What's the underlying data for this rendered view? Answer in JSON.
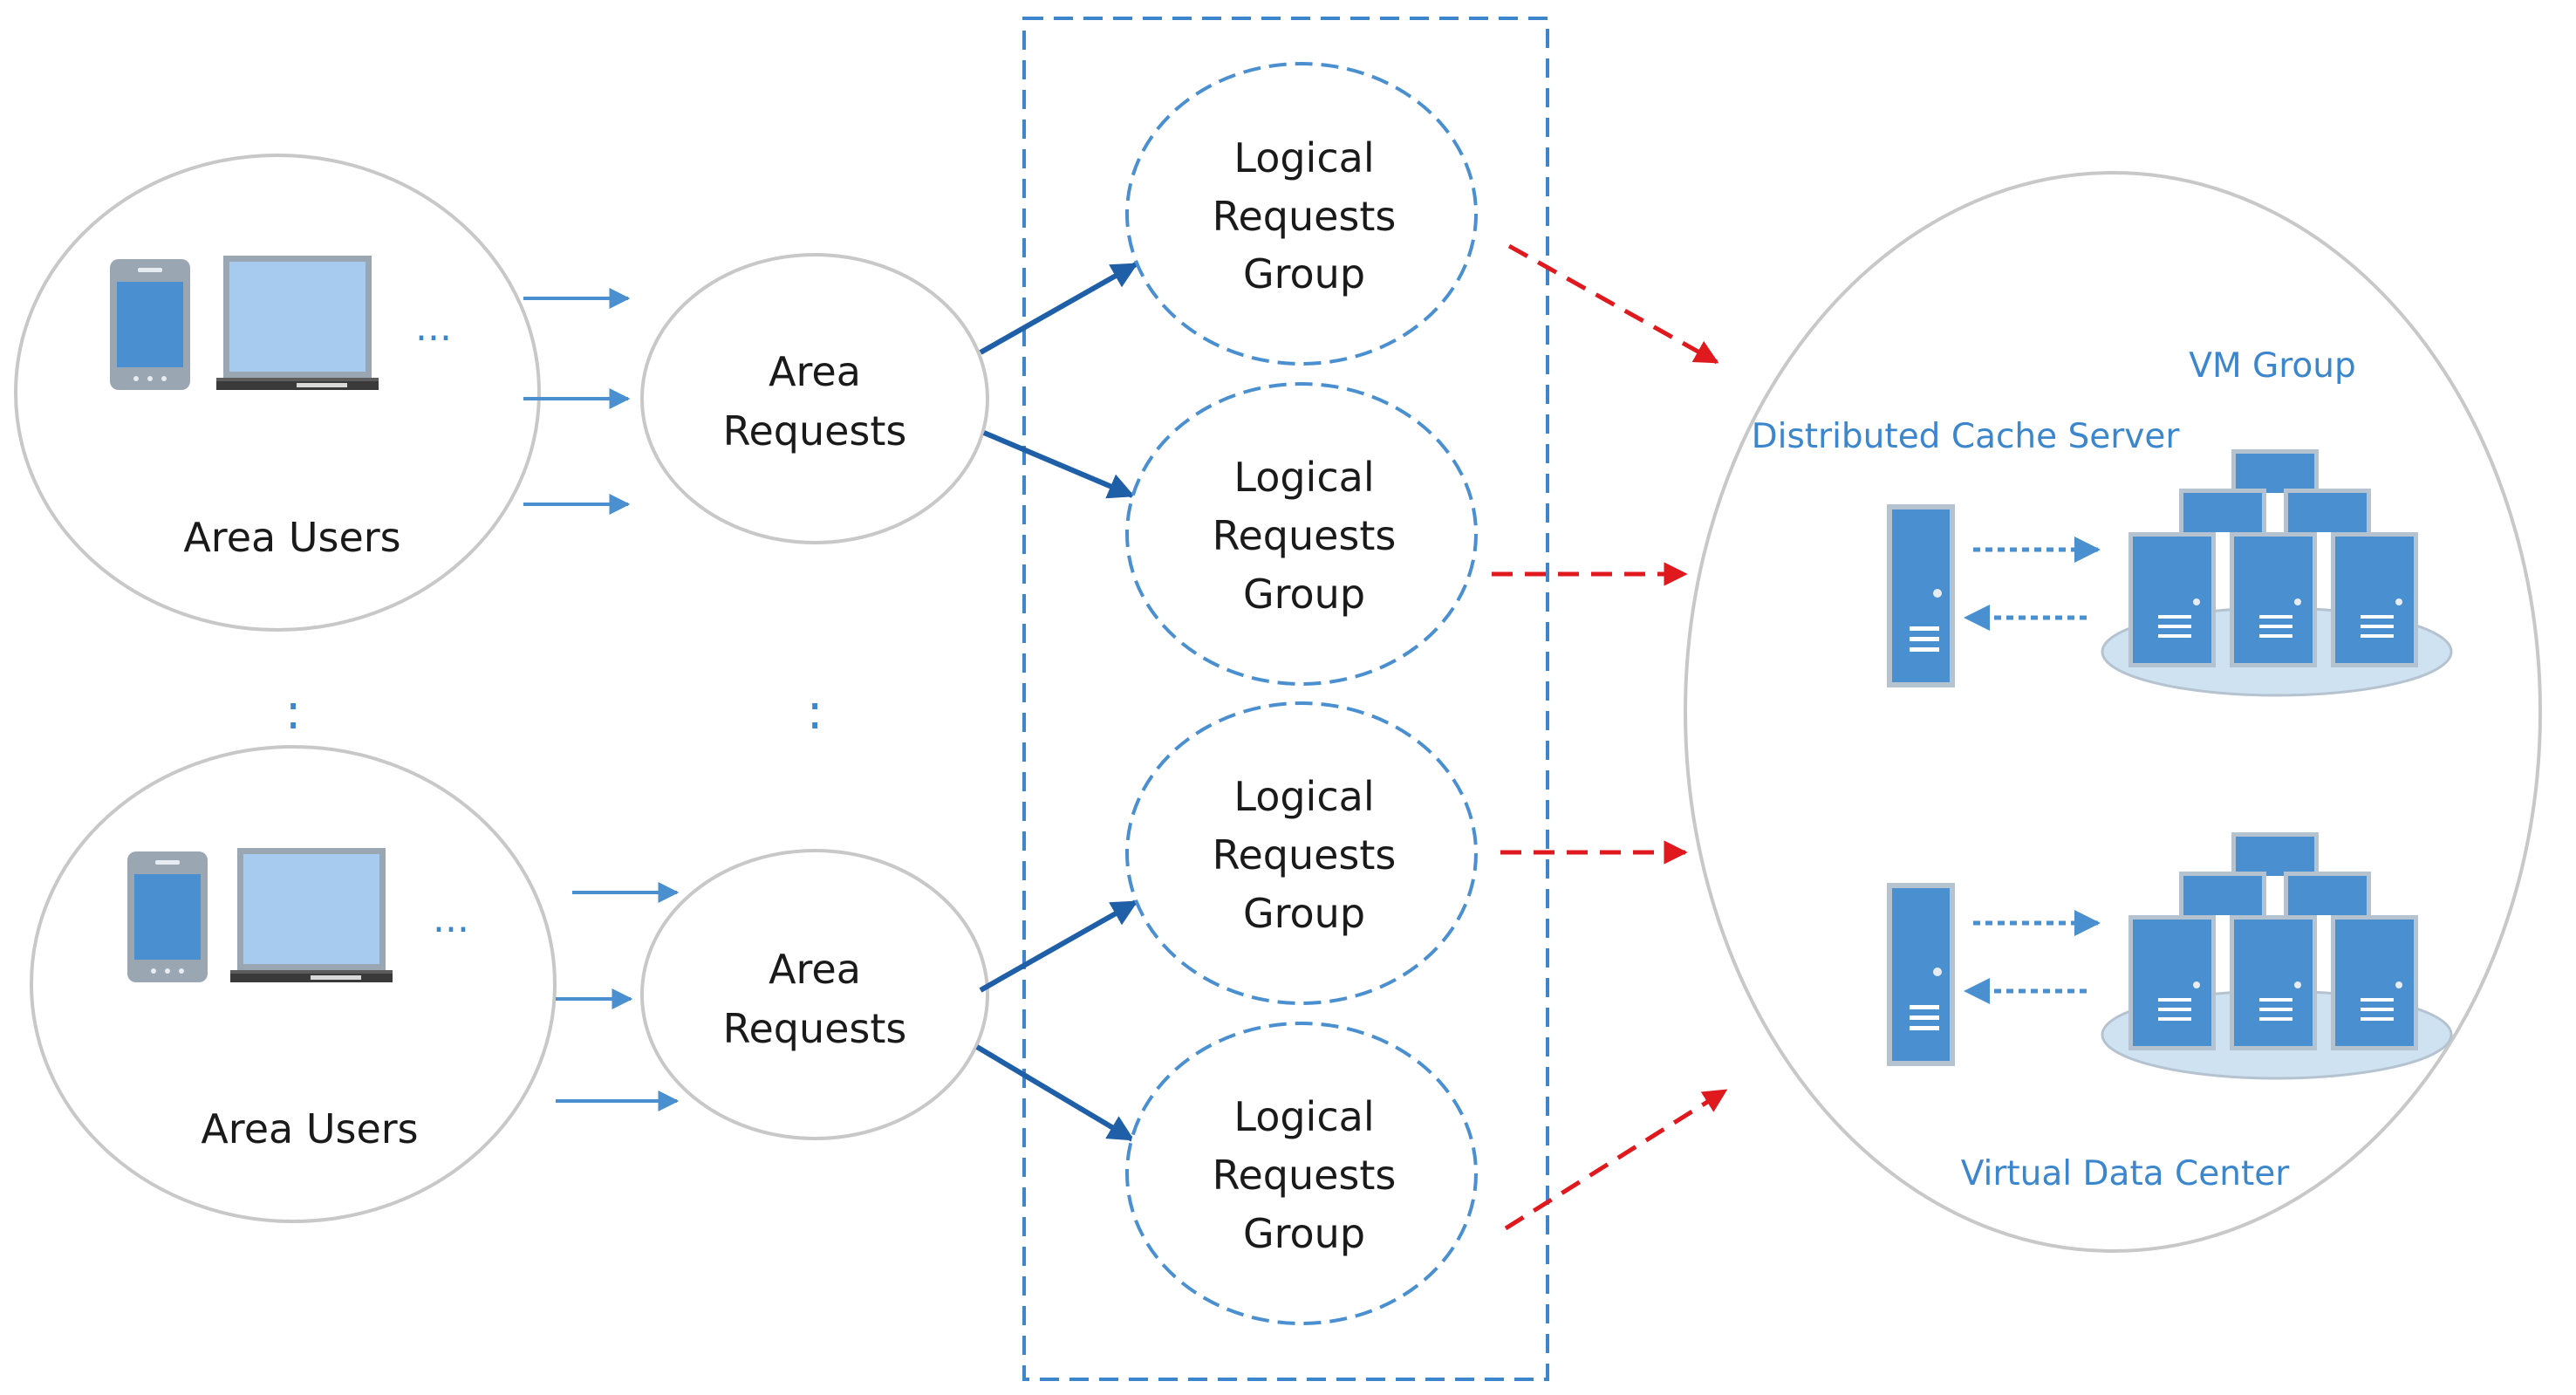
{
  "area_users": [
    {
      "label": "Area Users",
      "ellipsis": "..."
    },
    {
      "label": "Area Users",
      "ellipsis": "..."
    }
  ],
  "area_requests": [
    {
      "line1": "Area",
      "line2": "Requests"
    },
    {
      "line1": "Area",
      "line2": "Requests"
    }
  ],
  "logical_groups": [
    {
      "line1": "Logical",
      "line2": "Requests",
      "line3": "Group"
    },
    {
      "line1": "Logical",
      "line2": "Requests",
      "line3": "Group"
    },
    {
      "line1": "Logical",
      "line2": "Requests",
      "line3": "Group"
    },
    {
      "line1": "Logical",
      "line2": "Requests",
      "line3": "Group"
    }
  ],
  "data_center": {
    "vm_group_label": "VM Group",
    "cache_server_label": "Distributed Cache Server",
    "title": "Virtual Data Center"
  },
  "vertical_ellipsis": ":",
  "colors": {
    "ellipse_stroke": "#c8c8c8",
    "blue_dark": "#1f5fa8",
    "blue_mid": "#4a8fd0",
    "blue_light": "#9fc6ea",
    "red_dash": "#e0191f",
    "text": "#1a1a1a",
    "label_blue": "#3b86cc"
  },
  "icons": [
    "tablet-icon",
    "laptop-icon",
    "server-tower-icon",
    "vm-cluster-icon"
  ]
}
